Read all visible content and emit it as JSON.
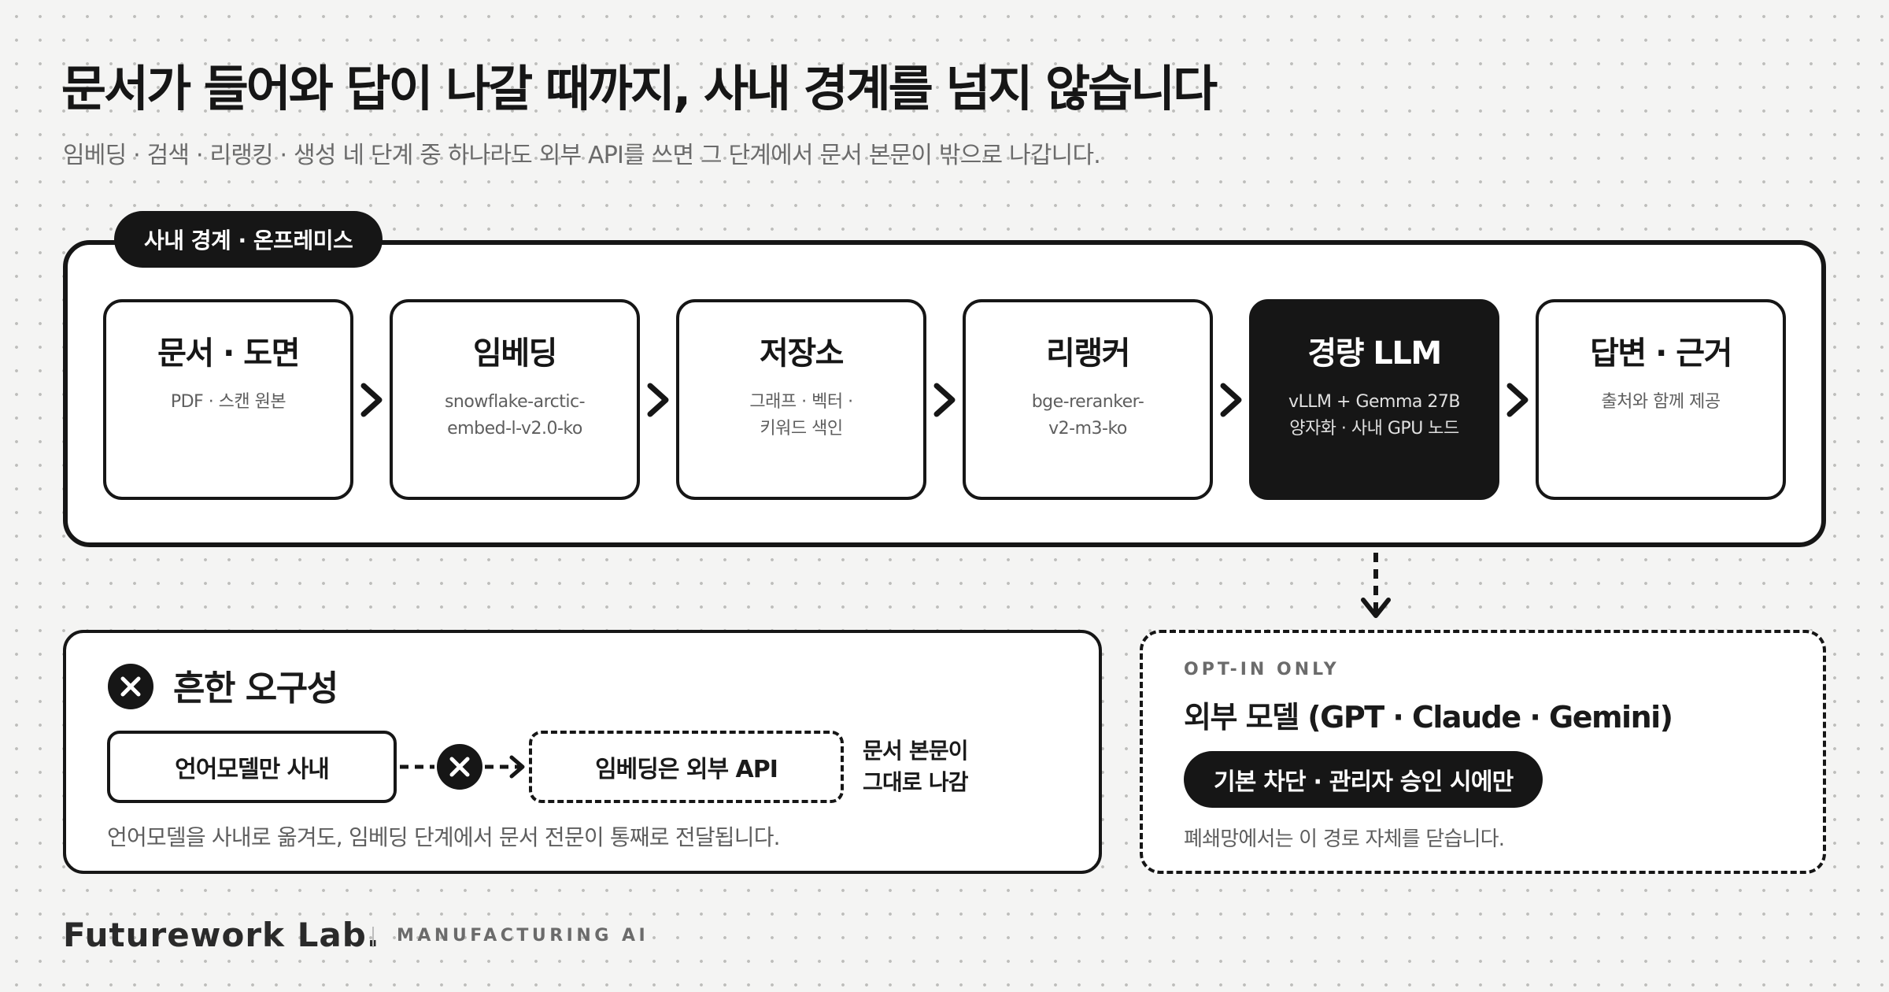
{
  "header": {
    "title": "문서가 들어와 답이 나갈 때까지, 사내 경계를 넘지 않습니다",
    "subtitle": "임베딩 · 검색 · 리랭킹 · 생성 네 단계 중 하나라도 외부 API를 쓰면 그 단계에서 문서 본문이 밖으로 나갑니다."
  },
  "boundary": {
    "label": "사내 경계 · 온프레미스"
  },
  "stages": [
    {
      "title": "문서 · 도면",
      "lines": [
        "PDF · 스캔 원본",
        ""
      ]
    },
    {
      "title": "임베딩",
      "lines": [
        "snowflake-arctic-",
        "embed-l-v2.0-ko"
      ]
    },
    {
      "title": "저장소",
      "lines": [
        "그래프 · 벡터 ·",
        "키워드 색인"
      ]
    },
    {
      "title": "리랭커",
      "lines": [
        "bge-reranker-",
        "v2-m3-ko"
      ]
    },
    {
      "title": "경량 LLM",
      "lines": [
        "vLLM + Gemma 27B",
        "양자화 · 사내 GPU 노드"
      ]
    },
    {
      "title": "답변 · 근거",
      "lines": [
        "출처와 함께 제공",
        ""
      ]
    }
  ],
  "misconception": {
    "title": "흔한 오구성",
    "left_box": "언어모델만 사내",
    "right_box": "임베딩은 외부 API",
    "note_lines": [
      "문서 본문이",
      "그대로 나감"
    ],
    "caption": "언어모델을 사내로 옮겨도, 임베딩 단계에서 문서 전문이 통째로 전달됩니다."
  },
  "optin": {
    "label": "OPT-IN ONLY",
    "title": "외부 모델 (GPT · Claude · Gemini)",
    "pill": "기본 차단 · 관리자 승인 시에만",
    "caption": "폐쇄망에서는 이 경로 자체를 닫습니다."
  },
  "footer": {
    "brand": "Futurework Lab.",
    "tagline": "MANUFACTURING AI"
  },
  "colors": {
    "ink": "#161616",
    "muted": "#6b6b6b",
    "background": "#f4f4f3",
    "card": "#ffffff"
  },
  "icons": [
    "chevron-right-icon",
    "arrow-down-icon",
    "x-circle-icon"
  ]
}
